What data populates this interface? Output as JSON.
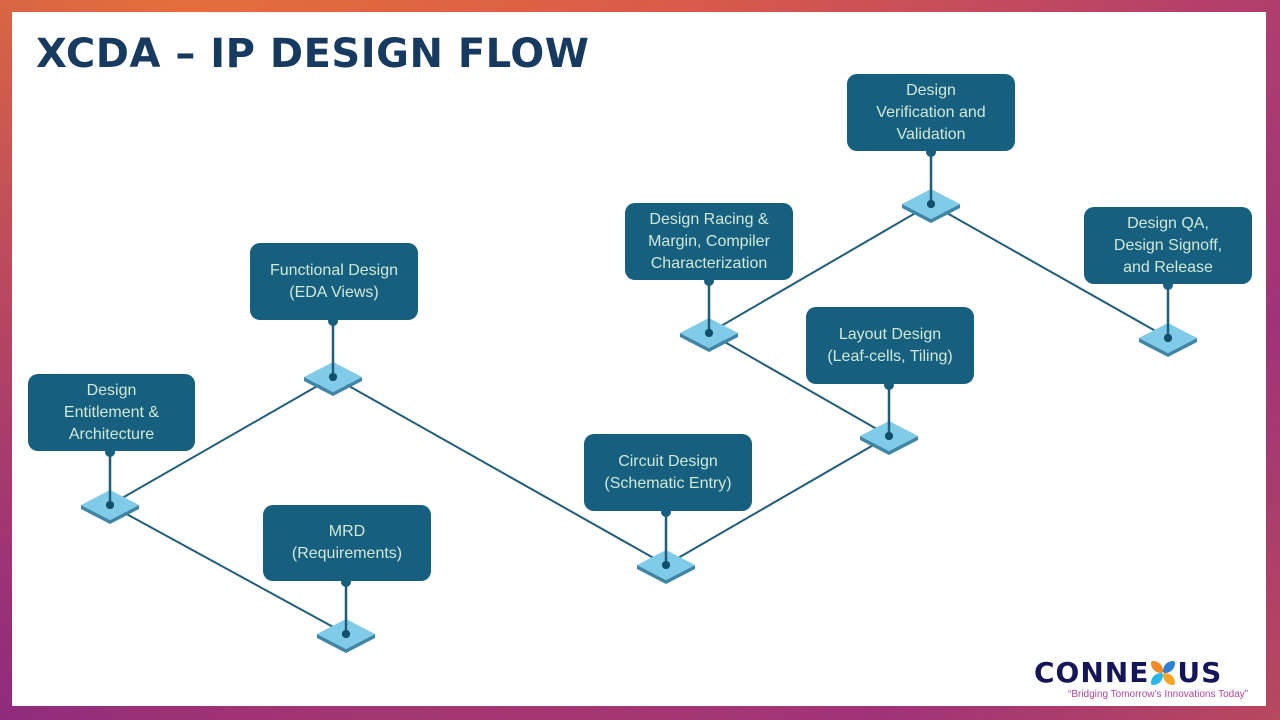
{
  "slide": {
    "title": "XCDA – IP DESIGN FLOW"
  },
  "colors": {
    "title": "#173a60",
    "node_fill": "#175f7f",
    "node_text": "#cfe9d8",
    "connector": "#1f5d7d",
    "diamond_top": "#7fcbe8",
    "diamond_edge": "#3f86a6",
    "logo_text": "#15155a",
    "tagline": "#b0459a"
  },
  "nodes": [
    {
      "id": "entitlement",
      "label": "Design\nEntitlement &\nArchitecture"
    },
    {
      "id": "mrd",
      "label": "MRD\n(Requirements)"
    },
    {
      "id": "functional",
      "label": "Functional Design\n(EDA Views)"
    },
    {
      "id": "circuit",
      "label": "Circuit Design\n(Schematic Entry)"
    },
    {
      "id": "racing",
      "label": "Design Racing &\nMargin, Compiler\nCharacterization"
    },
    {
      "id": "layout",
      "label": "Layout Design\n(Leaf-cells, Tiling)"
    },
    {
      "id": "verification",
      "label": "Design\nVerification and\nValidation"
    },
    {
      "id": "qa",
      "label": "Design QA,\nDesign Signoff,\nand Release"
    }
  ],
  "edges": [
    [
      "entitlement",
      "functional"
    ],
    [
      "entitlement",
      "mrd"
    ],
    [
      "functional",
      "circuit"
    ],
    [
      "circuit",
      "layout"
    ],
    [
      "layout",
      "racing"
    ],
    [
      "racing",
      "verification"
    ],
    [
      "verification",
      "qa"
    ]
  ],
  "logo": {
    "word_left": "CONNE",
    "word_right": "US",
    "tagline": "“Bridging Tomorrow’s Innovations Today”"
  }
}
